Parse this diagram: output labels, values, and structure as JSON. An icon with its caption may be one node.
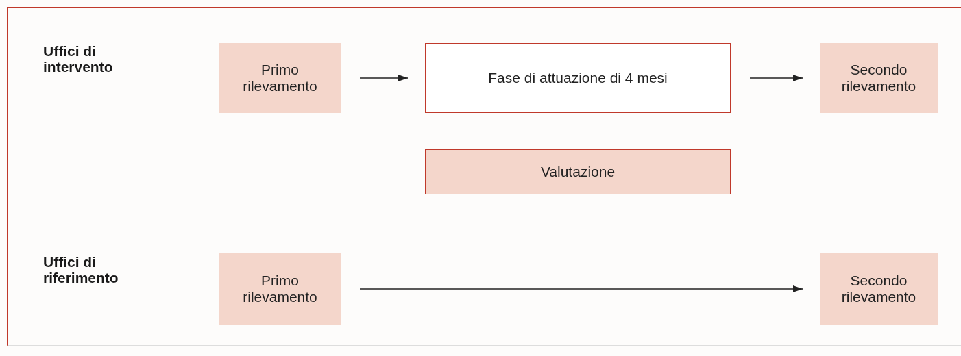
{
  "diagram": {
    "nodes": [
      {
        "text": [
          "Primo rilevamento"
        ]
      },
      {
        "text": [
          "Fase di attuazione di 4 mesi"
        ]
      },
      {
        "text": [
          "Secondo rilevamento"
        ]
      },
      {
        "text": [
          "Valutazione"
        ]
      },
      {
        "text": [
          "Primo rilevamento"
        ]
      },
      {
        "text": [
          "Secondo rilevamento"
        ]
      }
    ],
    "edges": [
      {
        "from": 0,
        "to": 1,
        "arrow": "to"
      },
      {
        "from": 1,
        "to": 2,
        "arrow": "to"
      },
      {
        "from": 4,
        "to": 5,
        "arrow": "to"
      }
    ],
    "labels": [
      "Uffici di intervento",
      "Uffici di riferimento"
    ]
  }
}
